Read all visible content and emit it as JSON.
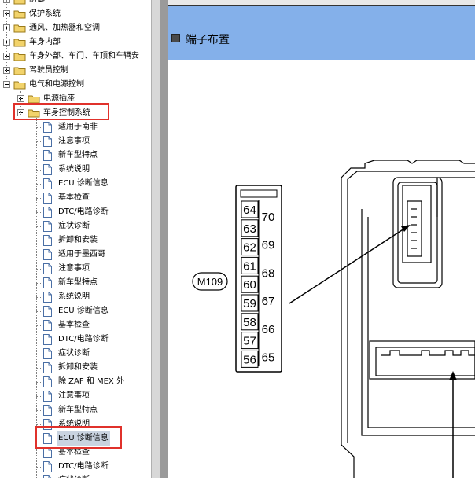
{
  "tree": {
    "items": [
      {
        "label": "防御",
        "level": 0,
        "expander": "plus"
      },
      {
        "label": "保护系统",
        "level": 0,
        "expander": "plus"
      },
      {
        "label": "通风、加热器和空调",
        "level": 0,
        "expander": "plus"
      },
      {
        "label": "车身内部",
        "level": 0,
        "expander": "plus"
      },
      {
        "label": "车身外部、车门、车顶和车辆安",
        "level": 0,
        "expander": "plus"
      },
      {
        "label": "驾驶员控制",
        "level": 0,
        "expander": "plus"
      },
      {
        "label": "电气和电源控制",
        "level": 0,
        "expander": "minus"
      },
      {
        "label": "电源插座",
        "level": 1,
        "expander": "plus"
      },
      {
        "label": "车身控制系统",
        "level": 1,
        "expander": "minus"
      },
      {
        "label": "适用于南非",
        "level": 2
      },
      {
        "label": "注意事项",
        "level": 2
      },
      {
        "label": "新车型特点",
        "level": 2
      },
      {
        "label": "系统说明",
        "level": 2
      },
      {
        "label": "ECU 诊断信息",
        "level": 2
      },
      {
        "label": "基本检查",
        "level": 2
      },
      {
        "label": "DTC/电路诊断",
        "level": 2
      },
      {
        "label": "症状诊断",
        "level": 2
      },
      {
        "label": "拆卸和安装",
        "level": 2
      },
      {
        "label": "适用于墨西哥",
        "level": 2
      },
      {
        "label": "注意事项",
        "level": 2
      },
      {
        "label": "新车型特点",
        "level": 2
      },
      {
        "label": "系统说明",
        "level": 2
      },
      {
        "label": "ECU 诊断信息",
        "level": 2
      },
      {
        "label": "基本检查",
        "level": 2
      },
      {
        "label": "DTC/电路诊断",
        "level": 2
      },
      {
        "label": "症状诊断",
        "level": 2
      },
      {
        "label": "拆卸和安装",
        "level": 2
      },
      {
        "label": "除 ZAF 和 MEX 外",
        "level": 2
      },
      {
        "label": "注意事项",
        "level": 2
      },
      {
        "label": "新车型特点",
        "level": 2
      },
      {
        "label": "系统说明",
        "level": 2
      },
      {
        "label": "ECU 诊断信息",
        "level": 2,
        "selected": true
      },
      {
        "label": "基本检查",
        "level": 2
      },
      {
        "label": "DTC/电路诊断",
        "level": 2
      },
      {
        "label": "症状诊断",
        "level": 2
      }
    ]
  },
  "content": {
    "title": "端子布置",
    "connector_label": "M109",
    "pins_left": [
      "64",
      "63",
      "62",
      "61",
      "60",
      "59",
      "58",
      "57",
      "56"
    ],
    "pins_right": [
      "70",
      "69",
      "68",
      "67",
      "66",
      "65"
    ]
  },
  "colors": {
    "content_bg": "#84b0ea",
    "highlight": "#e0312b",
    "folder": "#f2d36b"
  }
}
